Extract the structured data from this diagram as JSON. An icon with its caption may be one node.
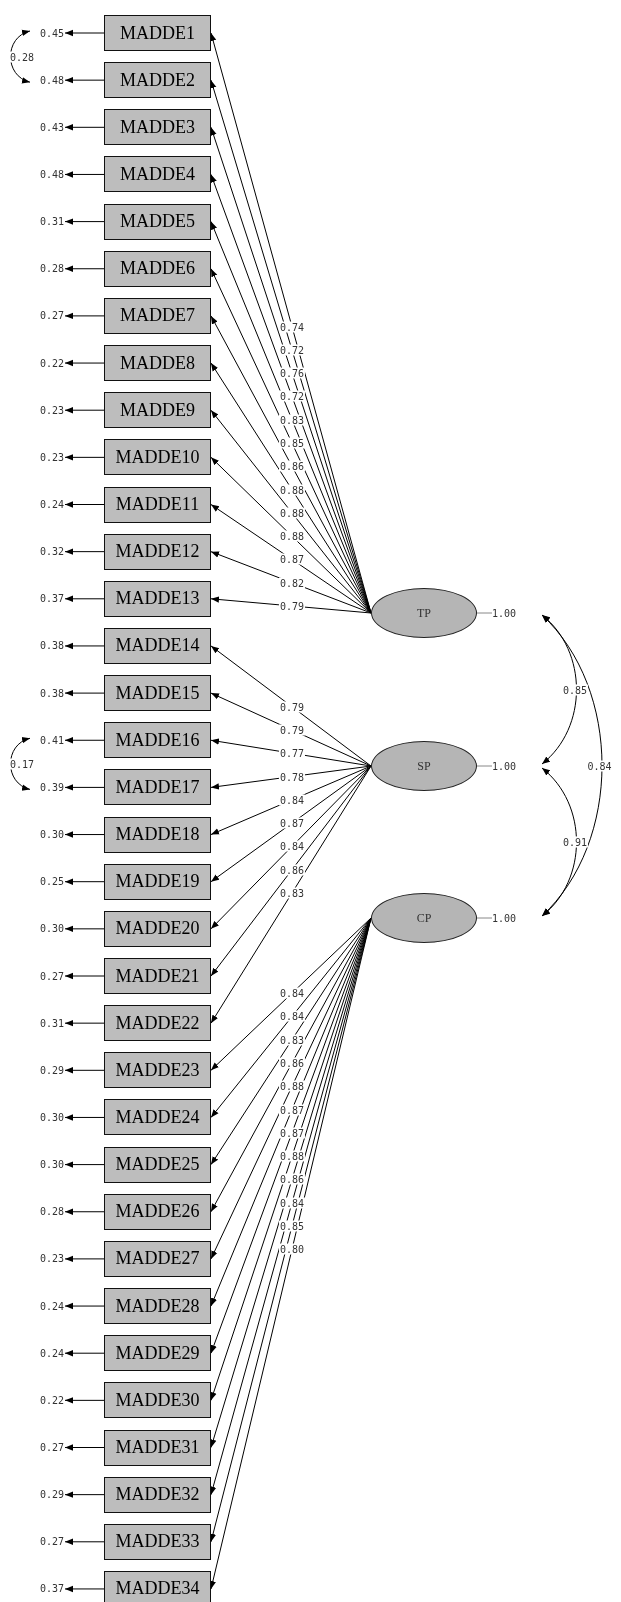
{
  "diagram": {
    "nodes": [
      {
        "text": [
          "MADDE1"
        ]
      },
      {
        "text": [
          "MADDE2"
        ]
      },
      {
        "text": [
          "MADDE3"
        ]
      },
      {
        "text": [
          "MADDE4"
        ]
      },
      {
        "text": [
          "MADDE5"
        ]
      },
      {
        "text": [
          "MADDE6"
        ]
      },
      {
        "text": [
          "MADDE7"
        ]
      },
      {
        "text": [
          "MADDE8"
        ]
      },
      {
        "text": [
          "MADDE9"
        ]
      },
      {
        "text": [
          "MADDE10"
        ]
      },
      {
        "text": [
          "MADDE11"
        ]
      },
      {
        "text": [
          "MADDE12"
        ]
      },
      {
        "text": [
          "MADDE13"
        ]
      },
      {
        "text": [
          "MADDE14"
        ]
      },
      {
        "text": [
          "MADDE15"
        ]
      },
      {
        "text": [
          "MADDE16"
        ]
      },
      {
        "text": [
          "MADDE17"
        ]
      },
      {
        "text": [
          "MADDE18"
        ]
      },
      {
        "text": [
          "MADDE19"
        ]
      },
      {
        "text": [
          "MADDE20"
        ]
      },
      {
        "text": [
          "MADDE21"
        ]
      },
      {
        "text": [
          "MADDE22"
        ]
      },
      {
        "text": [
          "MADDE23"
        ]
      },
      {
        "text": [
          "MADDE24"
        ]
      },
      {
        "text": [
          "MADDE25"
        ]
      },
      {
        "text": [
          "MADDE26"
        ]
      },
      {
        "text": [
          "MADDE27"
        ]
      },
      {
        "text": [
          "MADDE28"
        ]
      },
      {
        "text": [
          "MADDE29"
        ]
      },
      {
        "text": [
          "MADDE30"
        ]
      },
      {
        "text": [
          "MADDE31"
        ]
      },
      {
        "text": [
          "MADDE32"
        ]
      },
      {
        "text": [
          "MADDE33"
        ]
      },
      {
        "text": [
          "MADDE34"
        ]
      },
      {
        "text": [
          "0.45"
        ]
      },
      {
        "text": [
          "0.48"
        ]
      },
      {
        "text": [
          "0.43"
        ]
      },
      {
        "text": [
          "0.48"
        ]
      },
      {
        "text": [
          "0.31"
        ]
      },
      {
        "text": [
          "0.28"
        ]
      },
      {
        "text": [
          "0.27"
        ]
      },
      {
        "text": [
          "0.22"
        ]
      },
      {
        "text": [
          "0.23"
        ]
      },
      {
        "text": [
          "0.23"
        ]
      },
      {
        "text": [
          "0.24"
        ]
      },
      {
        "text": [
          "0.32"
        ]
      },
      {
        "text": [
          "0.37"
        ]
      },
      {
        "text": [
          "0.38"
        ]
      },
      {
        "text": [
          "0.38"
        ]
      },
      {
        "text": [
          "0.41"
        ]
      },
      {
        "text": [
          "0.39"
        ]
      },
      {
        "text": [
          "0.30"
        ]
      },
      {
        "text": [
          "0.25"
        ]
      },
      {
        "text": [
          "0.30"
        ]
      },
      {
        "text": [
          "0.27"
        ]
      },
      {
        "text": [
          "0.31"
        ]
      },
      {
        "text": [
          "0.29"
        ]
      },
      {
        "text": [
          "0.30"
        ]
      },
      {
        "text": [
          "0.30"
        ]
      },
      {
        "text": [
          "0.28"
        ]
      },
      {
        "text": [
          "0.23"
        ]
      },
      {
        "text": [
          "0.24"
        ]
      },
      {
        "text": [
          "0.24"
        ]
      },
      {
        "text": [
          "0.22"
        ]
      },
      {
        "text": [
          "0.27"
        ]
      },
      {
        "text": [
          "0.29"
        ]
      },
      {
        "text": [
          "0.27"
        ]
      },
      {
        "text": [
          "0.37"
        ]
      },
      {
        "text": [
          "TP"
        ]
      },
      {
        "text": [
          "SP"
        ]
      },
      {
        "text": [
          "CP"
        ]
      },
      {
        "text": [
          "1.00"
        ]
      },
      {
        "text": [
          "1.00"
        ]
      },
      {
        "text": [
          "1.00"
        ]
      }
    ],
    "edges": [
      {
        "from": 68,
        "to": 0,
        "arrow": "to",
        "label": "0.74"
      },
      {
        "from": 68,
        "to": 1,
        "arrow": "to",
        "label": "0.72"
      },
      {
        "from": 68,
        "to": 2,
        "arrow": "to",
        "label": "0.76"
      },
      {
        "from": 68,
        "to": 3,
        "arrow": "to",
        "label": "0.72"
      },
      {
        "from": 68,
        "to": 4,
        "arrow": "to",
        "label": "0.83"
      },
      {
        "from": 68,
        "to": 5,
        "arrow": "to",
        "label": "0.85"
      },
      {
        "from": 68,
        "to": 6,
        "arrow": "to",
        "label": "0.86"
      },
      {
        "from": 68,
        "to": 7,
        "arrow": "to",
        "label": "0.88"
      },
      {
        "from": 68,
        "to": 8,
        "arrow": "to",
        "label": "0.88"
      },
      {
        "from": 68,
        "to": 9,
        "arrow": "to",
        "label": "0.88"
      },
      {
        "from": 68,
        "to": 10,
        "arrow": "to",
        "label": "0.87"
      },
      {
        "from": 68,
        "to": 11,
        "arrow": "to",
        "label": "0.82"
      },
      {
        "from": 68,
        "to": 12,
        "arrow": "to",
        "label": "0.79"
      },
      {
        "from": 69,
        "to": 13,
        "arrow": "to",
        "label": "0.79"
      },
      {
        "from": 69,
        "to": 14,
        "arrow": "to",
        "label": "0.79"
      },
      {
        "from": 69,
        "to": 15,
        "arrow": "to",
        "label": "0.77"
      },
      {
        "from": 69,
        "to": 16,
        "arrow": "to",
        "label": "0.78"
      },
      {
        "from": 69,
        "to": 17,
        "arrow": "to",
        "label": "0.84"
      },
      {
        "from": 69,
        "to": 18,
        "arrow": "to",
        "label": "0.87"
      },
      {
        "from": 69,
        "to": 19,
        "arrow": "to",
        "label": "0.84"
      },
      {
        "from": 69,
        "to": 20,
        "arrow": "to",
        "label": "0.86"
      },
      {
        "from": 69,
        "to": 21,
        "arrow": "to",
        "label": "0.83"
      },
      {
        "from": 70,
        "to": 22,
        "arrow": "to",
        "label": "0.84"
      },
      {
        "from": 70,
        "to": 23,
        "arrow": "to",
        "label": "0.84"
      },
      {
        "from": 70,
        "to": 24,
        "arrow": "to",
        "label": "0.83"
      },
      {
        "from": 70,
        "to": 25,
        "arrow": "to",
        "label": "0.86"
      },
      {
        "from": 70,
        "to": 26,
        "arrow": "to",
        "label": "0.88"
      },
      {
        "from": 70,
        "to": 27,
        "arrow": "to",
        "label": "0.87"
      },
      {
        "from": 70,
        "to": 28,
        "arrow": "to",
        "label": "0.87"
      },
      {
        "from": 70,
        "to": 29,
        "arrow": "to",
        "label": "0.88"
      },
      {
        "from": 70,
        "to": 30,
        "arrow": "to",
        "label": "0.86"
      },
      {
        "from": 70,
        "to": 31,
        "arrow": "to",
        "label": "0.84"
      },
      {
        "from": 70,
        "to": 32,
        "arrow": "to",
        "label": "0.85"
      },
      {
        "from": 70,
        "to": 33,
        "arrow": "to",
        "label": "0.80"
      },
      {
        "from": 0,
        "to": 34,
        "arrow": "to"
      },
      {
        "from": 1,
        "to": 35,
        "arrow": "to"
      },
      {
        "from": 2,
        "to": 36,
        "arrow": "to"
      },
      {
        "from": 3,
        "to": 37,
        "arrow": "to"
      },
      {
        "from": 4,
        "to": 38,
        "arrow": "to"
      },
      {
        "from": 5,
        "to": 39,
        "arrow": "to"
      },
      {
        "from": 6,
        "to": 40,
        "arrow": "to"
      },
      {
        "from": 7,
        "to": 41,
        "arrow": "to"
      },
      {
        "from": 8,
        "to": 42,
        "arrow": "to"
      },
      {
        "from": 9,
        "to": 43,
        "arrow": "to"
      },
      {
        "from": 10,
        "to": 44,
        "arrow": "to"
      },
      {
        "from": 11,
        "to": 45,
        "arrow": "to"
      },
      {
        "from": 12,
        "to": 46,
        "arrow": "to"
      },
      {
        "from": 13,
        "to": 47,
        "arrow": "to"
      },
      {
        "from": 14,
        "to": 48,
        "arrow": "to"
      },
      {
        "from": 15,
        "to": 49,
        "arrow": "to"
      },
      {
        "from": 16,
        "to": 50,
        "arrow": "to"
      },
      {
        "from": 17,
        "to": 51,
        "arrow": "to"
      },
      {
        "from": 18,
        "to": 52,
        "arrow": "to"
      },
      {
        "from": 19,
        "to": 53,
        "arrow": "to"
      },
      {
        "from": 20,
        "to": 54,
        "arrow": "to"
      },
      {
        "from": 21,
        "to": 55,
        "arrow": "to"
      },
      {
        "from": 22,
        "to": 56,
        "arrow": "to"
      },
      {
        "from": 23,
        "to": 57,
        "arrow": "to"
      },
      {
        "from": 24,
        "to": 58,
        "arrow": "to"
      },
      {
        "from": 25,
        "to": 59,
        "arrow": "to"
      },
      {
        "from": 26,
        "to": 60,
        "arrow": "to"
      },
      {
        "from": 27,
        "to": 61,
        "arrow": "to"
      },
      {
        "from": 28,
        "to": 62,
        "arrow": "to"
      },
      {
        "from": 29,
        "to": 63,
        "arrow": "to"
      },
      {
        "from": 30,
        "to": 64,
        "arrow": "to"
      },
      {
        "from": 31,
        "to": 65,
        "arrow": "to"
      },
      {
        "from": 32,
        "to": 66,
        "arrow": "to"
      },
      {
        "from": 33,
        "to": 67,
        "arrow": "to"
      },
      {
        "from": 34,
        "to": 35,
        "arrow": "both",
        "label": "0.28"
      },
      {
        "from": 49,
        "to": 50,
        "arrow": "both",
        "label": "0.17"
      },
      {
        "from": 68,
        "to": 71,
        "arrow": "none",
        "color": "#888888"
      },
      {
        "from": 69,
        "to": 72,
        "arrow": "none",
        "color": "#888888"
      },
      {
        "from": 70,
        "to": 73,
        "arrow": "none",
        "color": "#888888"
      },
      {
        "from": 71,
        "to": 72,
        "arrow": "both",
        "label": "0.85"
      },
      {
        "from": 71,
        "to": 73,
        "arrow": "both",
        "label": "0.84"
      },
      {
        "from": 72,
        "to": 73,
        "arrow": "both",
        "label": "0.91"
      }
    ]
  }
}
